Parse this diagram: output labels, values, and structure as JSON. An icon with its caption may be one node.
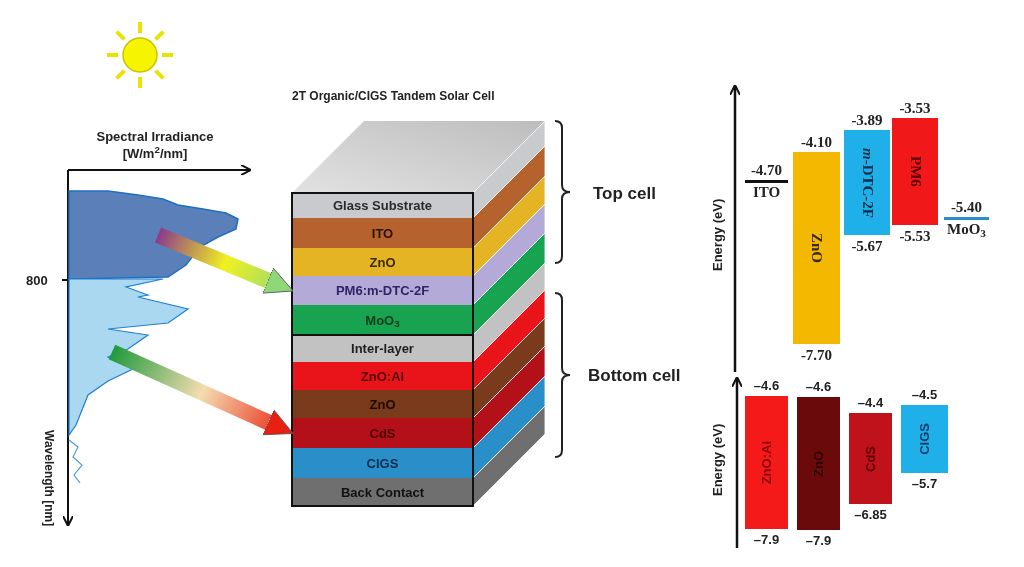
{
  "diagram": {
    "title": "2T Organic/CIGS Tandem Solar Cell",
    "nodes": [
      {
        "text": [],
        "shape": "picture"
      },
      {
        "text": [
          "Glass Substrate"
        ]
      },
      {
        "text": [
          "ITO"
        ]
      },
      {
        "text": [
          "ZnO"
        ]
      },
      {
        "text": [
          "PM6:m-DTC-2F"
        ]
      },
      {
        "text": [
          "MoO$_{3}$"
        ]
      },
      {
        "text": [
          "Inter-layer"
        ]
      },
      {
        "text": [
          "ZnO:Al"
        ]
      },
      {
        "text": [
          "ZnO"
        ]
      },
      {
        "text": [
          "CdS"
        ]
      },
      {
        "text": [
          "CIGS"
        ]
      },
      {
        "text": [
          "Back Contact"
        ]
      },
      {
        "text": [
          "ITO"
        ],
        "beside": [
          "-4.70"
        ]
      },
      {
        "text": [
          "ZnO"
        ],
        "beside": [
          "-4.10",
          "-7.70"
        ]
      },
      {
        "text": [
          "*m*-DTC-2F"
        ],
        "beside": [
          "-3.89",
          "-5.67"
        ]
      },
      {
        "text": [
          "PM6"
        ],
        "beside": [
          "-3.53",
          "-5.53"
        ]
      },
      {
        "text": [
          "MoO$_{3}$"
        ],
        "beside": [
          "-5.40"
        ]
      },
      {
        "text": [
          "ZnO:Al"
        ],
        "beside": [
          "–4.6",
          "–7.9"
        ]
      },
      {
        "text": [
          "ZnO"
        ],
        "beside": [
          "–4.6",
          "–7.9"
        ]
      },
      {
        "text": [
          "CdS"
        ],
        "beside": [
          "–4.4",
          "–6.85"
        ]
      },
      {
        "text": [
          "CIGS"
        ],
        "beside": [
          "–4.5",
          "–5.7"
        ]
      }
    ],
    "edges": [
      {
        "from": 0,
        "to": 4,
        "arrow": "to",
        "style": "thick"
      },
      {
        "from": 0,
        "to": 9,
        "arrow": "to",
        "style": "thick"
      }
    ],
    "labels": [
      "Spectral Irradiance [W/m$^{2}$/nm]",
      "800",
      "Wavelength [nm]",
      "Top cell",
      "Bottom cell",
      "Energy (eV)",
      "Energy (eV)"
    ]
  }
}
